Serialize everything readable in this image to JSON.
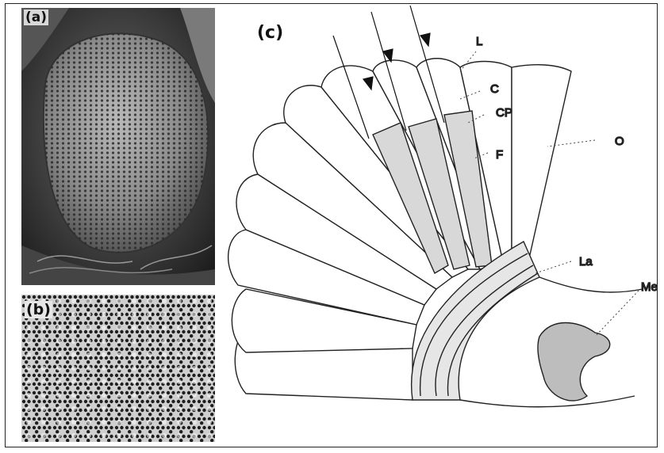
{
  "panels": {
    "a": {
      "label": "(a)"
    },
    "b": {
      "label": "(b)"
    },
    "c": {
      "label": "(c)"
    }
  },
  "annotations": {
    "L": "L",
    "C": "C",
    "CP": "CP",
    "F": "F",
    "O": "O",
    "La": "La",
    "Me": "Me"
  }
}
